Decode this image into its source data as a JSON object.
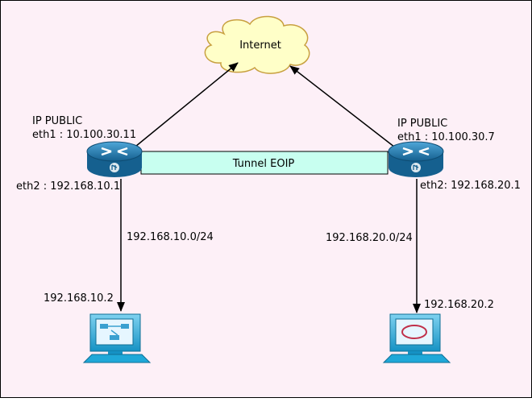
{
  "cloud": {
    "label": "Internet"
  },
  "tunnel": {
    "label": "Tunnel EOIP"
  },
  "left_router": {
    "public_title": "IP PUBLIC",
    "public_ip": "eth1 : 10.100.30.11",
    "lan_ip": "eth2 : 192.168.10.1"
  },
  "right_router": {
    "public_title": "IP PUBLIC",
    "public_ip": "eth1 : 10.100.30.7",
    "lan_ip": "eth2: 192.168.20.1"
  },
  "left_link": {
    "subnet": "192.168.10.0/24"
  },
  "right_link": {
    "subnet": "192.168.20.0/24"
  },
  "left_pc": {
    "ip": "192.168.10.2"
  },
  "right_pc": {
    "ip": "192.168.20.2"
  },
  "colors": {
    "background": "#fdf0f7",
    "cloud_fill": "#ffffc8",
    "cloud_stroke": "#c8a040",
    "tunnel_fill": "#c8fff0",
    "router_blue": "#1a6fa8",
    "pc_blue": "#19a6d6"
  }
}
